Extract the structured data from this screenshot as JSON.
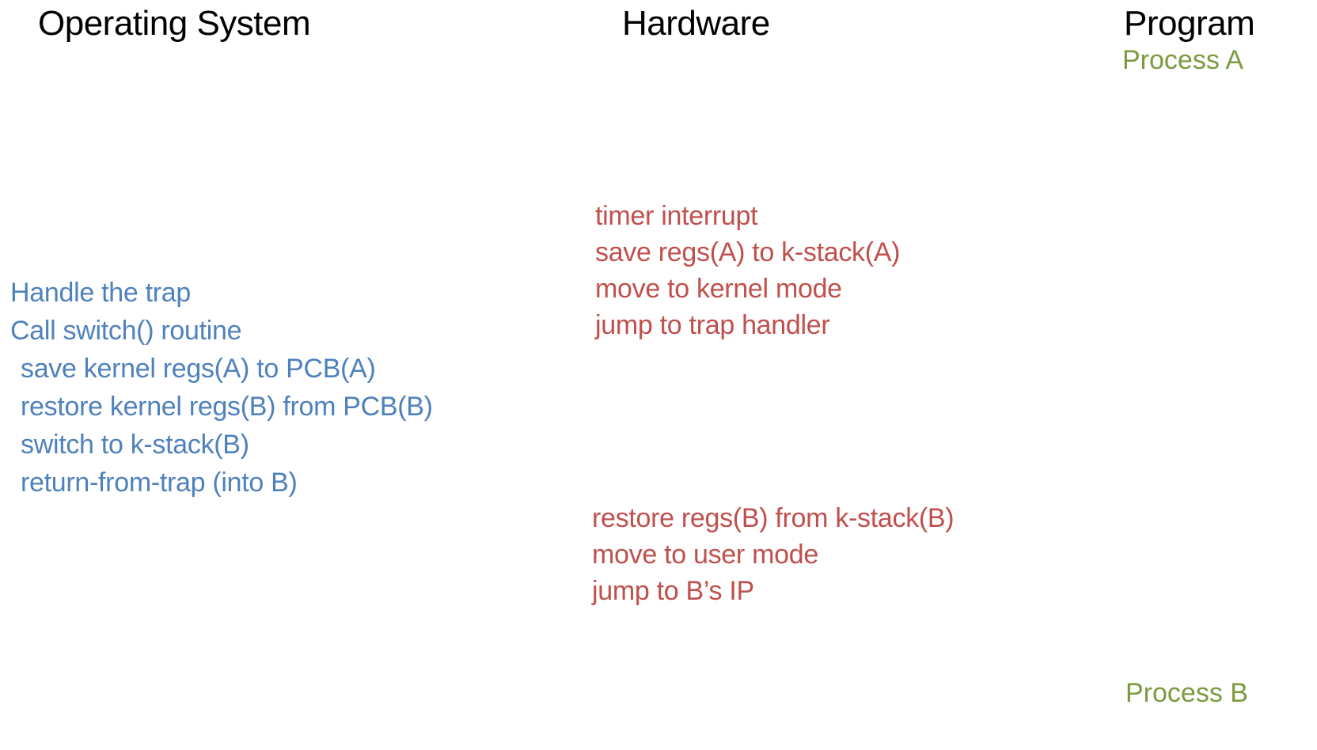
{
  "colors": {
    "background": "#ffffff",
    "header": "#000000",
    "os": "#4F81BD",
    "hardware": "#C0504D",
    "process": "#7C9A40"
  },
  "headers": {
    "os": "Operating System",
    "hardware": "Hardware",
    "program": "Program"
  },
  "program_column": {
    "process_a": "Process A",
    "process_b": "Process B"
  },
  "os_block": {
    "lines": [
      "Handle the trap",
      "Call switch() routine",
      "save kernel regs(A) to PCB(A)",
      "restore kernel regs(B) from PCB(B)",
      "switch to k-stack(B)",
      "return-from-trap (into B)"
    ]
  },
  "hardware_block_1": {
    "lines": [
      "timer interrupt",
      "save regs(A) to k-stack(A)",
      "move to kernel mode",
      "jump to trap handler"
    ]
  },
  "hardware_block_2": {
    "lines": [
      "restore regs(B) from k-stack(B)",
      "move to user mode",
      "jump to B’s IP"
    ]
  }
}
